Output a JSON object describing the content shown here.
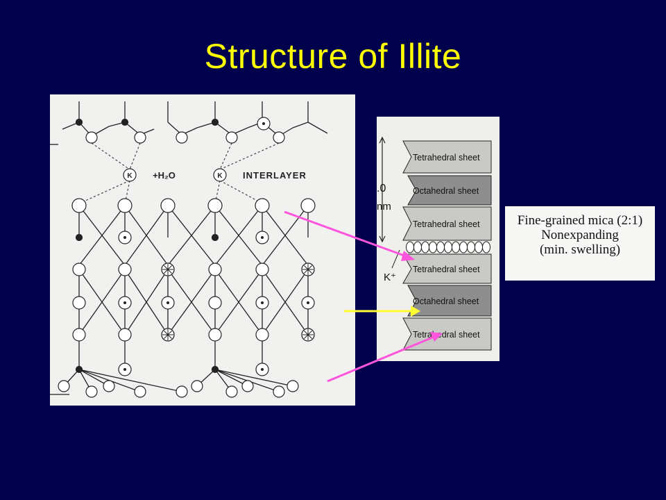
{
  "slide": {
    "title": "Structure of Illite"
  },
  "structure_diagram": {
    "interlayer_labels": [
      "K",
      "K"
    ],
    "water_label": "+H₂O",
    "interlayer_label": "INTERLAYER"
  },
  "sheet_diagram": {
    "sheets": [
      "Tetrahedral sheet",
      "Octahedral sheet",
      "Tetrahedral sheet",
      "Tetrahedral sheet",
      "Octahedral sheet",
      "Tetrahedral sheet"
    ],
    "thickness_label": ".0",
    "thickness_unit": "nm",
    "cation_label": "K⁺"
  },
  "mica_box": {
    "line1": "Fine-grained mica (2:1)",
    "line2": "Nonexpanding",
    "line3": "(min. swelling)"
  },
  "colors": {
    "background": "#00004d",
    "title": "#ffff00",
    "arrow_pink": "#ff55dd",
    "arrow_yellow": "#ffff33"
  }
}
